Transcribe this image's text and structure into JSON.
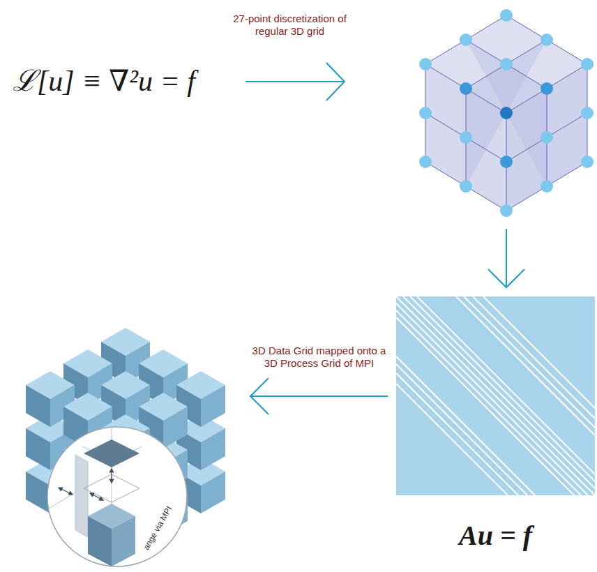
{
  "diagram": {
    "nodes": [
      {
        "text": [
          "Au = f"
        ]
      },
      {
        "text": [
          "ange via MPI"
        ]
      }
    ],
    "edges": [
      {
        "from": 0,
        "to": 1,
        "arrow": "to",
        "label": "3D Data Grid mapped onto a 3D Process Grid of MPI"
      }
    ],
    "labels": [
      "ℒ[u] ≡ ∇²u = f",
      "27-point discretization of regular 3D grid"
    ]
  }
}
